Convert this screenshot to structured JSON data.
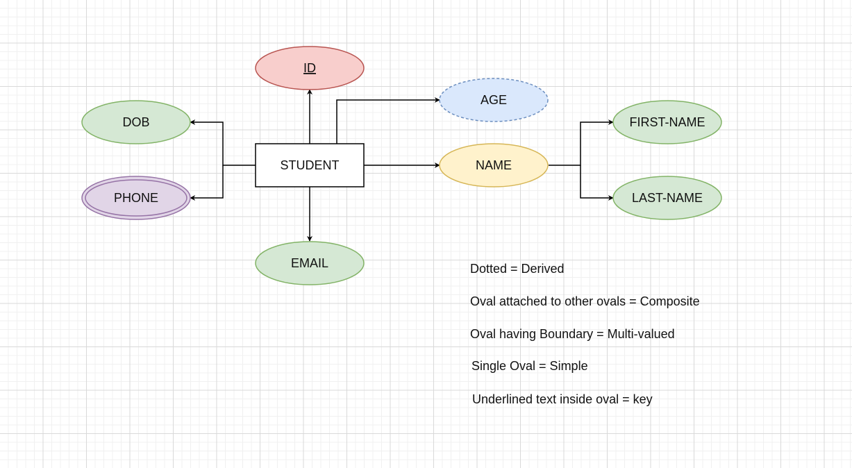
{
  "entity": {
    "name": "STUDENT"
  },
  "attributes": {
    "id": {
      "label": "ID",
      "kind": "key",
      "fill": "#f8cecc",
      "stroke": "#b85450"
    },
    "age": {
      "label": "AGE",
      "kind": "derived",
      "fill": "#dae8fc",
      "stroke": "#6c8ebf"
    },
    "dob": {
      "label": "DOB",
      "kind": "simple",
      "fill": "#d5e8d4",
      "stroke": "#82b366"
    },
    "phone": {
      "label": "PHONE",
      "kind": "multi-valued",
      "fill": "#e1d5e7",
      "stroke": "#9673a6"
    },
    "name": {
      "label": "NAME",
      "kind": "composite",
      "fill": "#fff2cc",
      "stroke": "#d6b656"
    },
    "email": {
      "label": "EMAIL",
      "kind": "simple",
      "fill": "#d5e8d4",
      "stroke": "#82b366"
    },
    "first_name": {
      "label": "FIRST-NAME",
      "kind": "simple",
      "fill": "#d5e8d4",
      "stroke": "#82b366"
    },
    "last_name": {
      "label": "LAST-NAME",
      "kind": "simple",
      "fill": "#d5e8d4",
      "stroke": "#82b366"
    }
  },
  "legend": [
    "Dotted = Derived",
    "Oval attached to other ovals = Composite",
    "Oval having Boundary = Multi-valued",
    "Single Oval = Simple",
    "Underlined text inside oval = key"
  ]
}
